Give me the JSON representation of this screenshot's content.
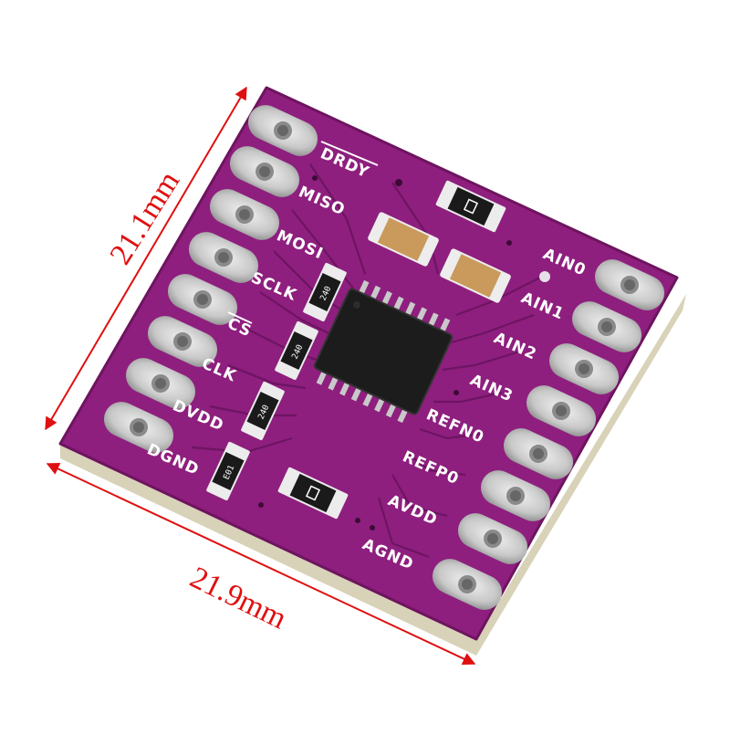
{
  "dimensions": {
    "height_label": "21.1mm",
    "width_label": "21.9mm"
  },
  "board": {
    "left_pins": [
      "DRDY",
      "MISO",
      "MOSI",
      "SCLK",
      "CS",
      "CLK",
      "DVDD",
      "DGND"
    ],
    "right_pins": [
      "AIN0",
      "AIN1",
      "AIN2",
      "AIN3",
      "REFN0",
      "REFP0",
      "AVDD",
      "AGND"
    ],
    "resistor_labels": [
      "240",
      "240",
      "240",
      "E01"
    ]
  },
  "colors": {
    "pcb": "#8e1f7e",
    "pcb_dark": "#5a1050",
    "silkscreen": "#ffffff",
    "pad": "#d9d9d9",
    "chip": "#1c1c1c",
    "dimension": "#e01010"
  }
}
